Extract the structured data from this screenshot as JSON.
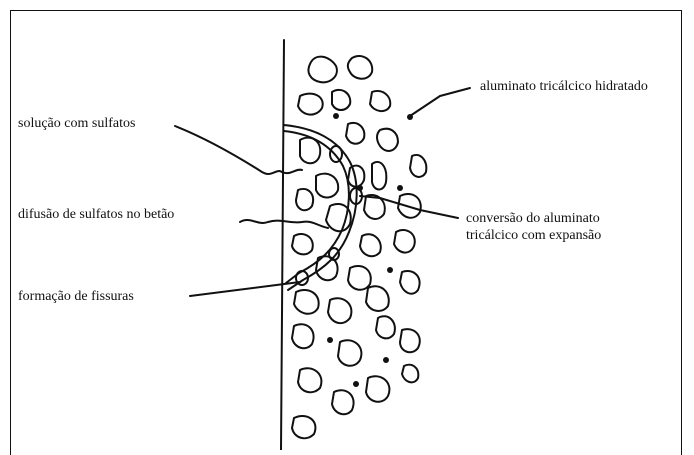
{
  "labels": {
    "aluminato": "aluminato tricálcico hidratado",
    "solucao": "solução com sulfatos",
    "difusao": "difusão de sulfatos no betão",
    "conversao_line1": "conversão do aluminato",
    "conversao_line2": "tricálcico com expansão",
    "formacao": "formação de fissuras"
  }
}
